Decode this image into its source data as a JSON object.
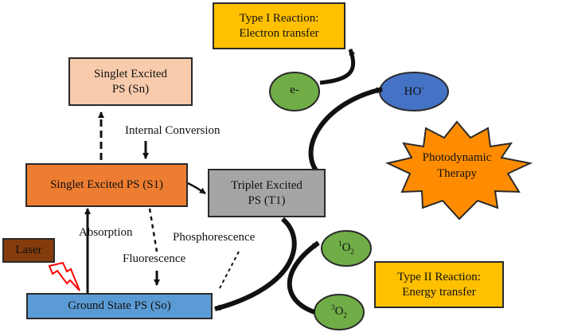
{
  "diagram": {
    "boxes": {
      "type1": {
        "line1": "Type I Reaction:",
        "line2": "Electron transfer"
      },
      "singlet_sn": {
        "line1": "Singlet Excited",
        "line2": "PS (Sn)"
      },
      "singlet_s1": {
        "text": "Singlet Excited PS (S1)"
      },
      "triplet": {
        "line1": "Triplet Excited",
        "line2": "PS (T1)"
      },
      "ground": {
        "text": "Ground State PS (So)"
      },
      "laser": {
        "text": "Laser"
      },
      "type2": {
        "line1": "Type II Reaction:",
        "line2": "Energy transfer"
      }
    },
    "ellipses": {
      "electron": "e-",
      "hydroxyl": {
        "base": "HO",
        "sup": "-"
      },
      "singlet_oxygen": {
        "pre": "1",
        "base": "O",
        "sub": "2"
      },
      "triplet_oxygen": {
        "pre": "3",
        "base": "O",
        "sub": "2"
      }
    },
    "star": {
      "line1": "Photodynamic",
      "line2": "Therapy"
    },
    "labels": {
      "internal_conversion": "Internal Conversion",
      "absorption": "Absorption",
      "fluorescence": "Fluorescence",
      "phosphorescence": "Phosphorescence"
    },
    "colors": {
      "type_reaction_fill": "#FFC000",
      "singlet_sn_fill": "#F8CBAD",
      "singlet_s1_fill": "#ED7D31",
      "triplet_fill": "#A5A5A5",
      "ground_fill": "#5B9BD5",
      "laser_fill": "#843C0C",
      "oxygen_ellipse_fill": "#70AD47",
      "hydroxyl_fill": "#4472C4",
      "star_fill": "#FF8C00"
    }
  }
}
